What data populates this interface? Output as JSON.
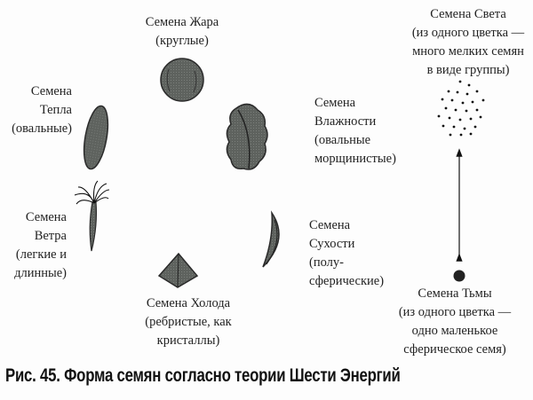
{
  "labels": {
    "heat": [
      "Семена Жара",
      "(круглые)"
    ],
    "warmth": [
      "Семена",
      "Тепла",
      "(овальные)"
    ],
    "moisture": [
      "Семена",
      "Влажности",
      "(овальные",
      "морщинистые)"
    ],
    "light": [
      "Семена Света",
      "(из одного цветка —",
      "много мелких семян",
      "в виде группы)"
    ],
    "wind": [
      "Семена",
      "Ветра",
      "(легкие и",
      "длинные)"
    ],
    "cold": [
      "Семена Холода",
      "(ребристые, как",
      "кристаллы)"
    ],
    "dryness": [
      "Семена",
      "Сухости",
      "(полу-",
      "сферические)"
    ],
    "darkness": [
      "Семена Тьмы",
      "(из одного цветка —",
      "одно маленькое",
      "сферическое семя)"
    ]
  },
  "caption": "Рис. 45. Форма семян согласно теории Шести Энергий",
  "colors": {
    "seed_fill": "#5a5e5a",
    "seed_stroke": "#2a2a2a",
    "text": "#222222"
  }
}
